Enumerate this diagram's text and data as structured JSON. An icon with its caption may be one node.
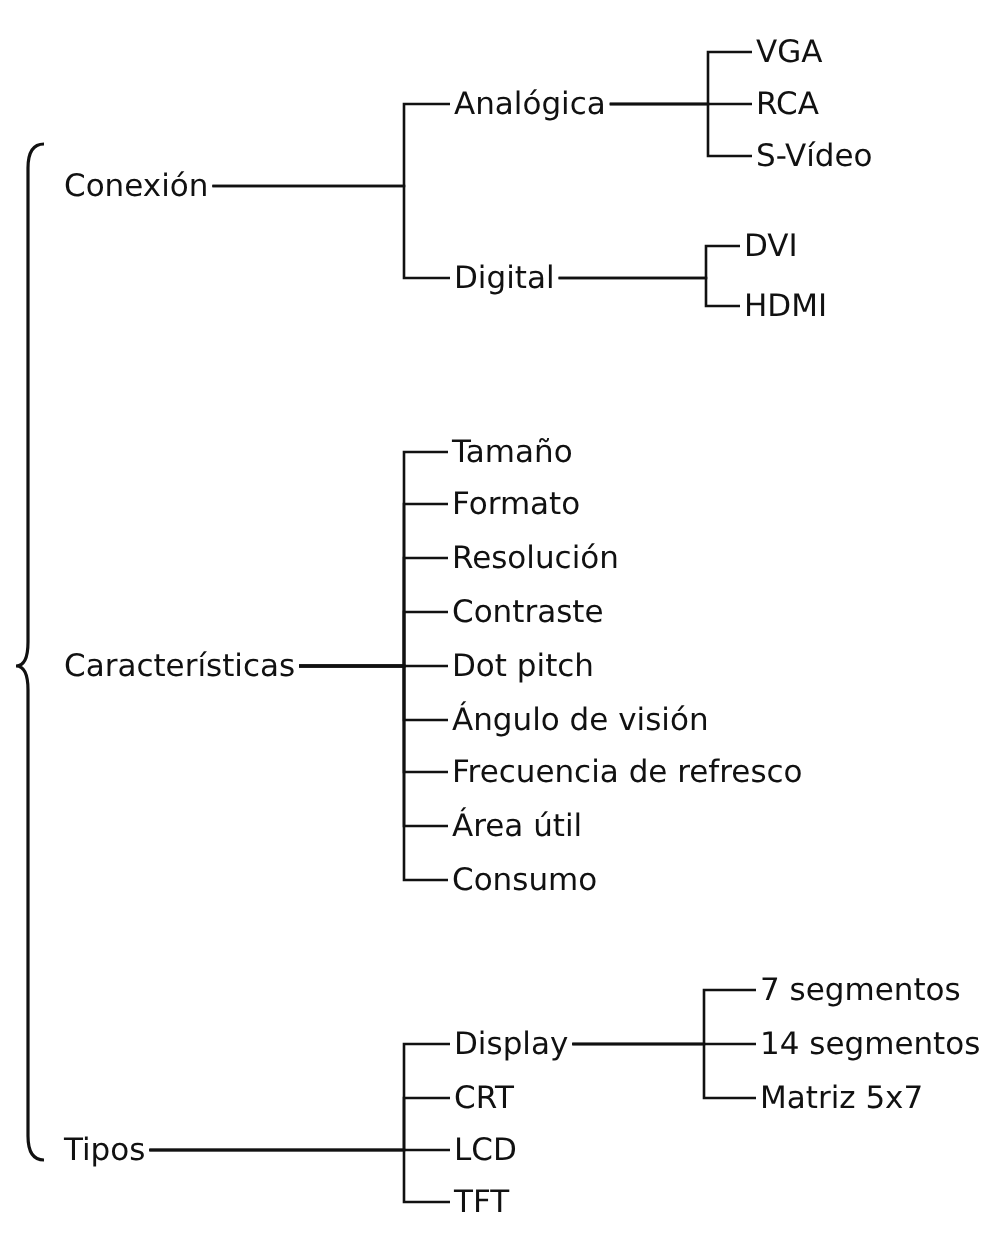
{
  "diagram": {
    "nodes": [
      {
        "text": [
          "Conexión"
        ]
      },
      {
        "text": [
          "Analógica"
        ]
      },
      {
        "text": [
          "VGA"
        ]
      },
      {
        "text": [
          "RCA"
        ]
      },
      {
        "text": [
          "S-Vídeo"
        ]
      },
      {
        "text": [
          "Digital"
        ]
      },
      {
        "text": [
          "DVI"
        ]
      },
      {
        "text": [
          "HDMI"
        ]
      },
      {
        "text": [
          "Características"
        ]
      },
      {
        "text": [
          "Tamaño"
        ]
      },
      {
        "text": [
          "Formato"
        ]
      },
      {
        "text": [
          "Resolución"
        ]
      },
      {
        "text": [
          "Contraste"
        ]
      },
      {
        "text": [
          "Dot pitch"
        ]
      },
      {
        "text": [
          "Ángulo de visión"
        ]
      },
      {
        "text": [
          "Frecuencia de refresco"
        ]
      },
      {
        "text": [
          "Área útil"
        ]
      },
      {
        "text": [
          "Consumo"
        ]
      },
      {
        "text": [
          "Tipos"
        ]
      },
      {
        "text": [
          "Display"
        ]
      },
      {
        "text": [
          "7 segmentos"
        ]
      },
      {
        "text": [
          "14 segmentos"
        ]
      },
      {
        "text": [
          "Matriz 5x7"
        ]
      },
      {
        "text": [
          "CRT"
        ]
      },
      {
        "text": [
          "LCD"
        ]
      },
      {
        "text": [
          "TFT"
        ]
      }
    ],
    "edges": [
      {
        "from": 0,
        "to": 1,
        "arrow": "none"
      },
      {
        "from": 0,
        "to": 5,
        "arrow": "none"
      },
      {
        "from": 1,
        "to": 2,
        "arrow": "none"
      },
      {
        "from": 1,
        "to": 3,
        "arrow": "none"
      },
      {
        "from": 1,
        "to": 4,
        "arrow": "none"
      },
      {
        "from": 5,
        "to": 6,
        "arrow": "none"
      },
      {
        "from": 5,
        "to": 7,
        "arrow": "none"
      },
      {
        "from": 8,
        "to": 9,
        "arrow": "none"
      },
      {
        "from": 8,
        "to": 10,
        "arrow": "none"
      },
      {
        "from": 8,
        "to": 11,
        "arrow": "none"
      },
      {
        "from": 8,
        "to": 12,
        "arrow": "none"
      },
      {
        "from": 8,
        "to": 13,
        "arrow": "none"
      },
      {
        "from": 8,
        "to": 14,
        "arrow": "none"
      },
      {
        "from": 8,
        "to": 15,
        "arrow": "none"
      },
      {
        "from": 8,
        "to": 16,
        "arrow": "none"
      },
      {
        "from": 8,
        "to": 17,
        "arrow": "none"
      },
      {
        "from": 18,
        "to": 19,
        "arrow": "none"
      },
      {
        "from": 18,
        "to": 23,
        "arrow": "none"
      },
      {
        "from": 18,
        "to": 24,
        "arrow": "none"
      },
      {
        "from": 18,
        "to": 25,
        "arrow": "none"
      },
      {
        "from": 19,
        "to": 20,
        "arrow": "none"
      },
      {
        "from": 19,
        "to": 21,
        "arrow": "none"
      },
      {
        "from": 19,
        "to": 22,
        "arrow": "none"
      }
    ]
  }
}
